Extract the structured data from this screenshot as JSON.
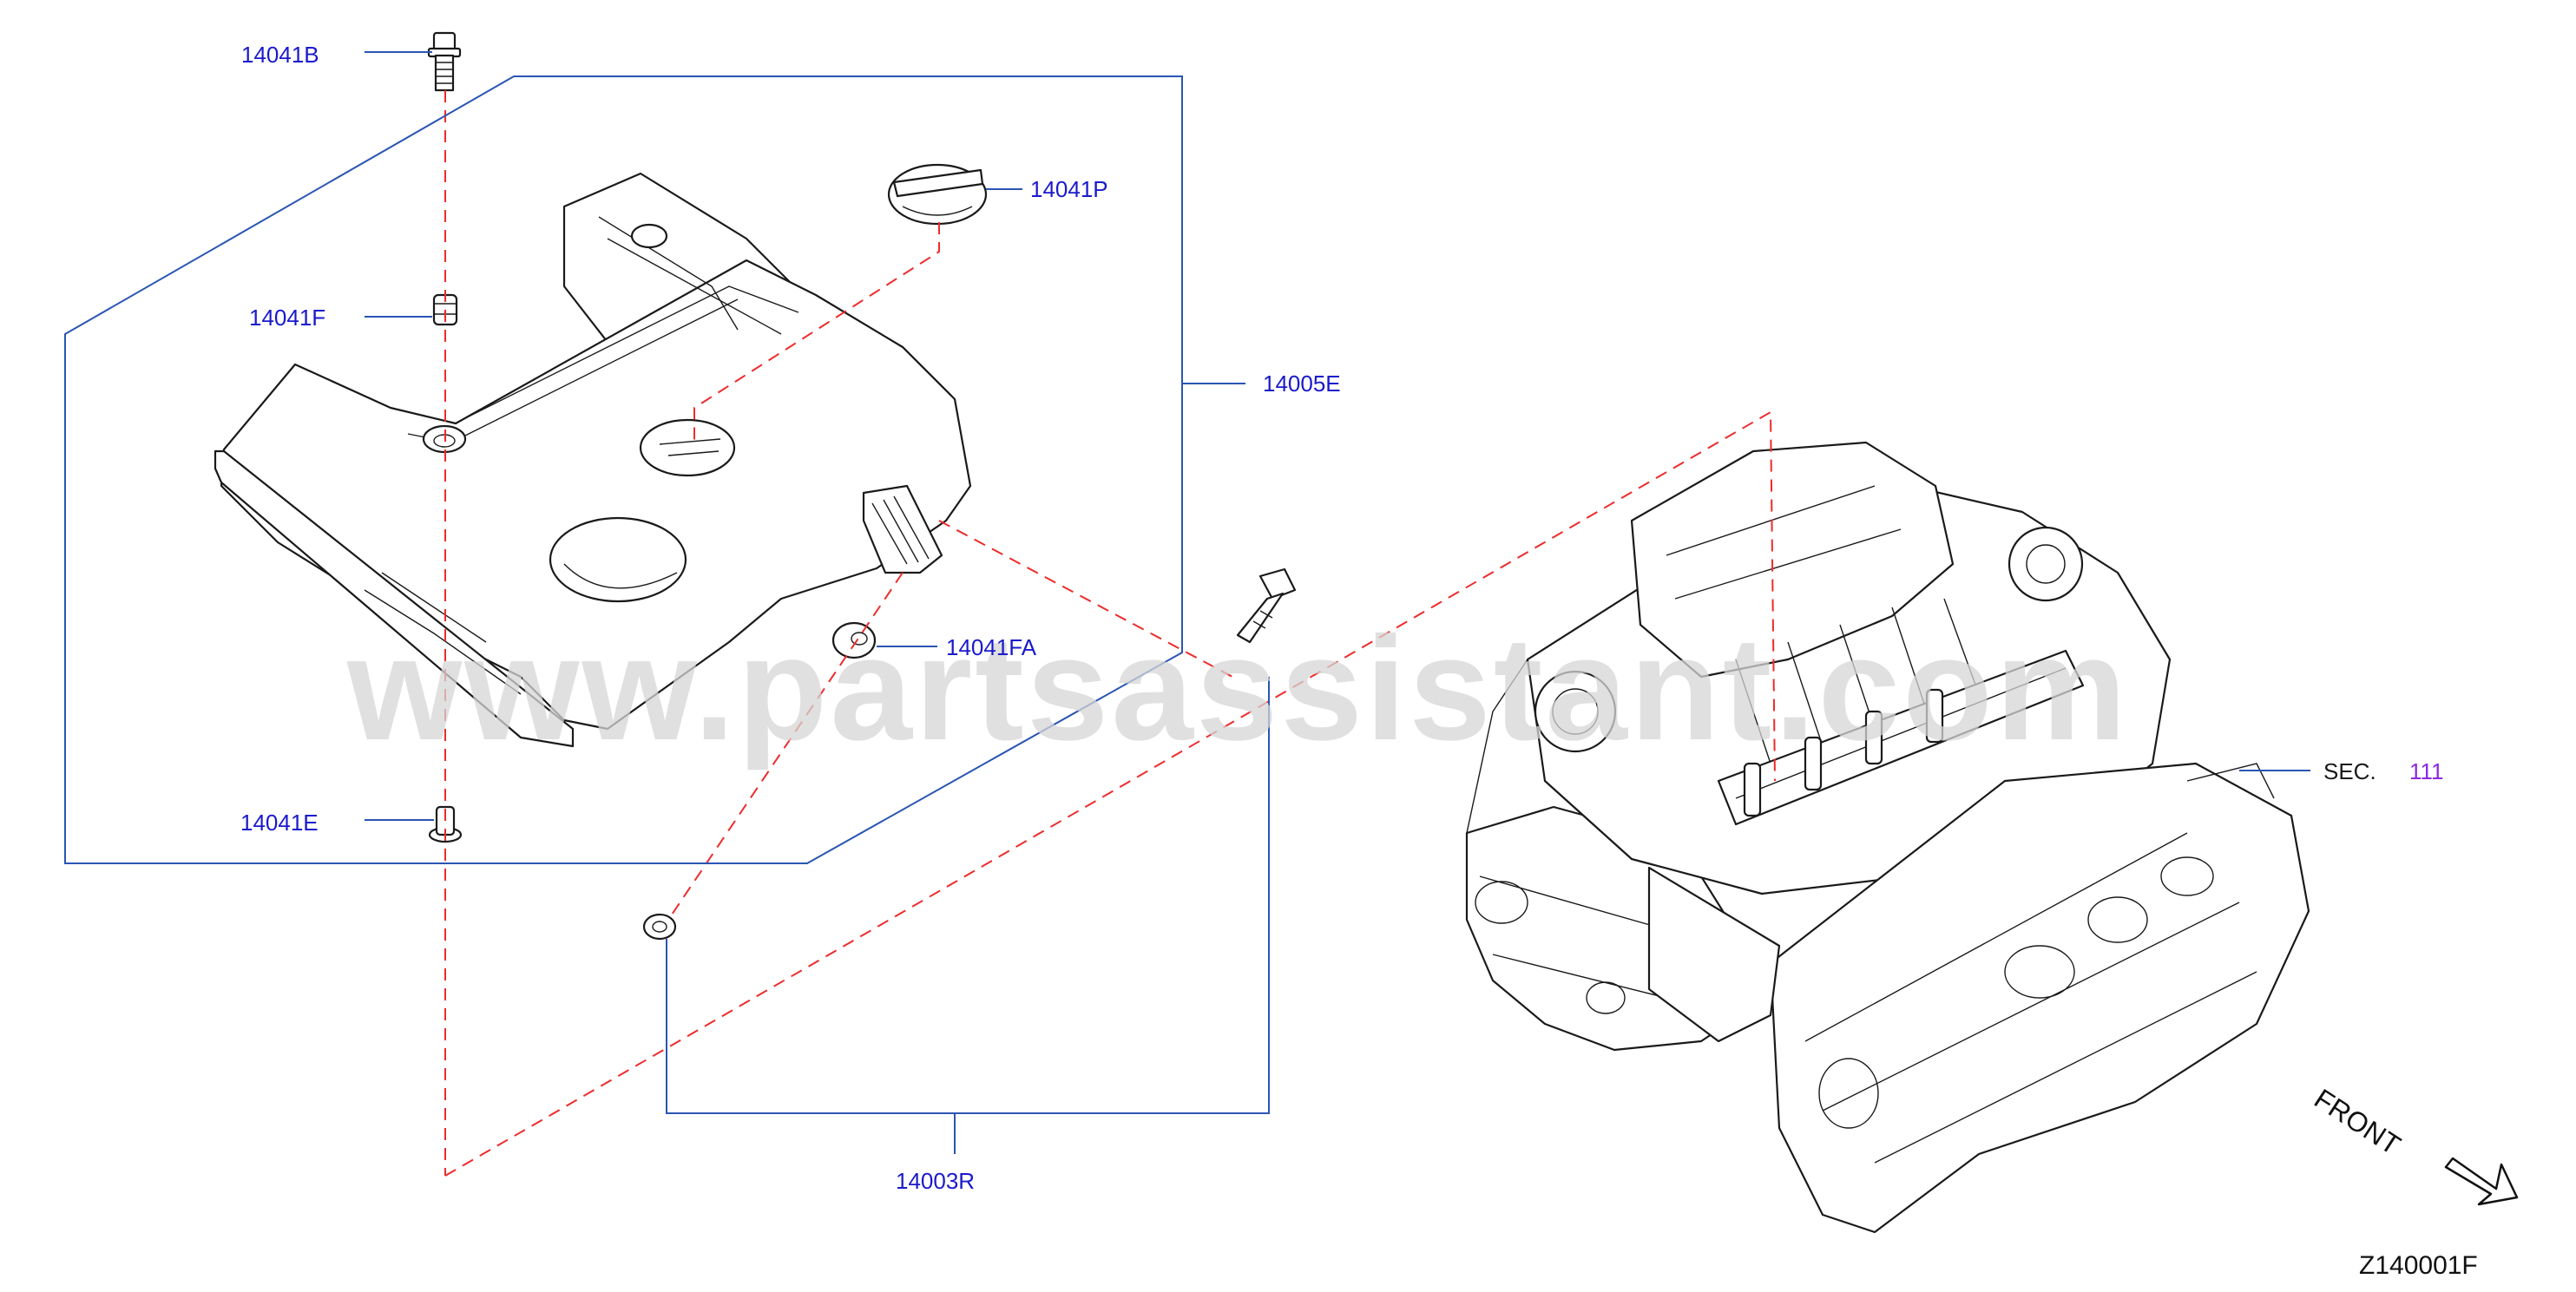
{
  "diagram": {
    "colors": {
      "label_text": "#1a1acc",
      "section_text": "#8a2be2",
      "leader_line": "#2a55b4",
      "dash_line": "#ee2b2b",
      "line_art": "#1a1a1a",
      "watermark": "#d6d6d6",
      "code_text": "#111111"
    },
    "labels": {
      "p14041B": "14041B",
      "p14041P": "14041P",
      "p14041F": "14041F",
      "p14005E": "14005E",
      "p14041FA": "14041FA",
      "p14041E": "14041E",
      "p14003R": "14003R"
    },
    "section": {
      "prefix": "SEC.",
      "number": "111"
    },
    "front_label": "FRONT",
    "drawing_code": "Z140001F",
    "watermark": "www.partsassistant.com"
  }
}
